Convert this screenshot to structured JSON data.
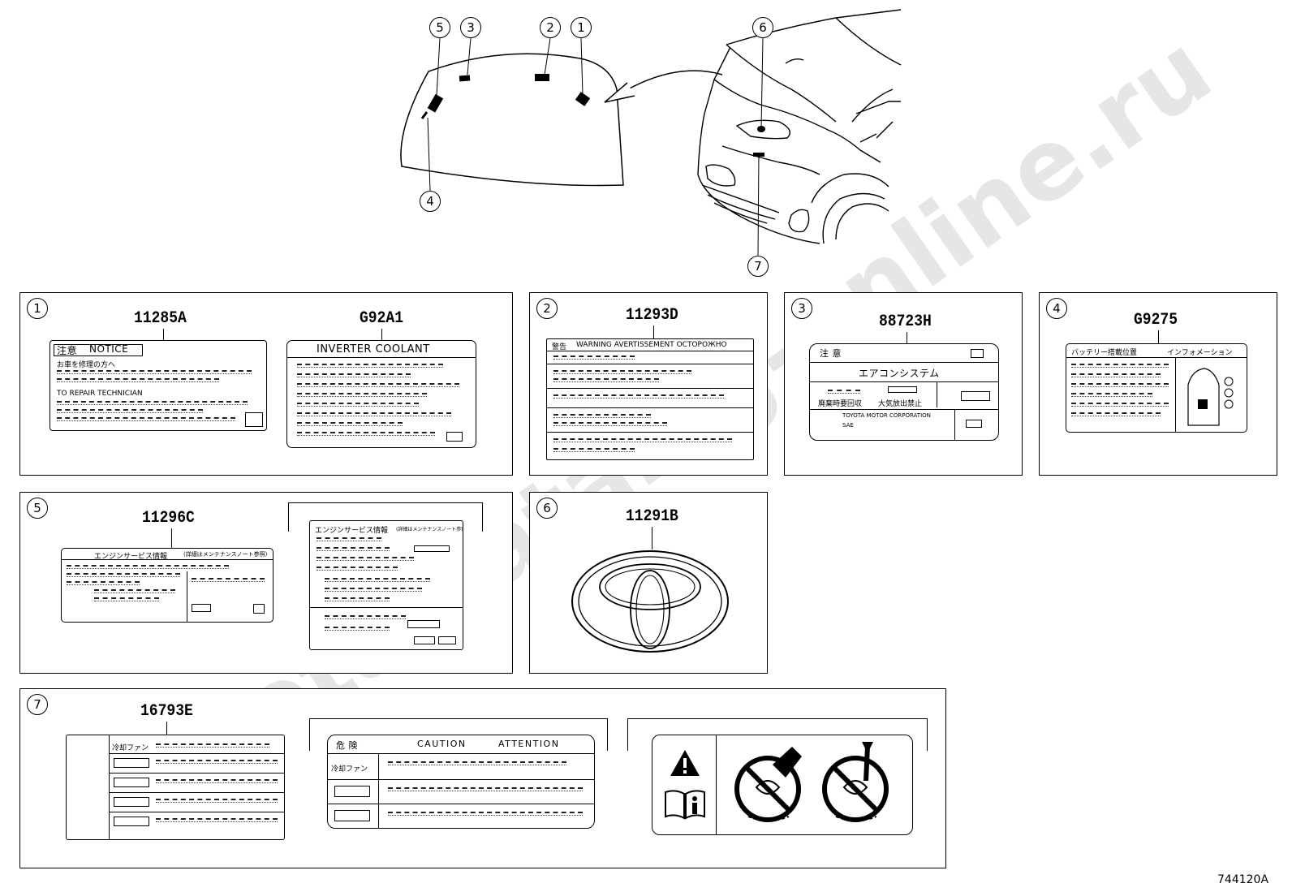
{
  "watermark": "toyota-catalog-online.ru",
  "figure_id": "744120A",
  "overview": {
    "callouts": [
      "1",
      "2",
      "3",
      "4",
      "5",
      "6",
      "7"
    ]
  },
  "panels": [
    {
      "num": "1",
      "parts": [
        "11285A",
        "G92A1"
      ]
    },
    {
      "num": "2",
      "parts": [
        "11293D"
      ]
    },
    {
      "num": "3",
      "parts": [
        "88723H"
      ]
    },
    {
      "num": "4",
      "parts": [
        "G9275"
      ]
    },
    {
      "num": "5",
      "parts": [
        "11296C"
      ]
    },
    {
      "num": "6",
      "parts": [
        "11291B"
      ]
    },
    {
      "num": "7",
      "parts": [
        "16793E"
      ]
    }
  ],
  "label_text": {
    "notice": "NOTICE",
    "notice_jp": "注意",
    "notice_sub": "お車を修理の方へ",
    "to_repair": "TO REPAIR TECHNICIAN",
    "inverter": "INVERTER COOLANT",
    "warning_banner": "WARNING AVERTISSEMENT ОСТОРОЖНО",
    "warning_jp": "警告",
    "caution_jp": "注 意",
    "aircon": "エアコンシステム",
    "aircon_left": "廃棄時要回収",
    "aircon_right": "大気放出禁止",
    "tmc": "TOYOTA MOTOR CORPORATION",
    "sae": "SAE",
    "battery_left": "バッテリー搭載位置",
    "battery_right": "インフォメーション",
    "engine_service": "エンジンサービス情報",
    "engine_service_sub": "(詳細はメンテナンスノート参照)",
    "fan_jp": "冷却ファン",
    "danger_jp": "危 険",
    "caution": "CAUTION",
    "attention": "ATTENTION"
  }
}
